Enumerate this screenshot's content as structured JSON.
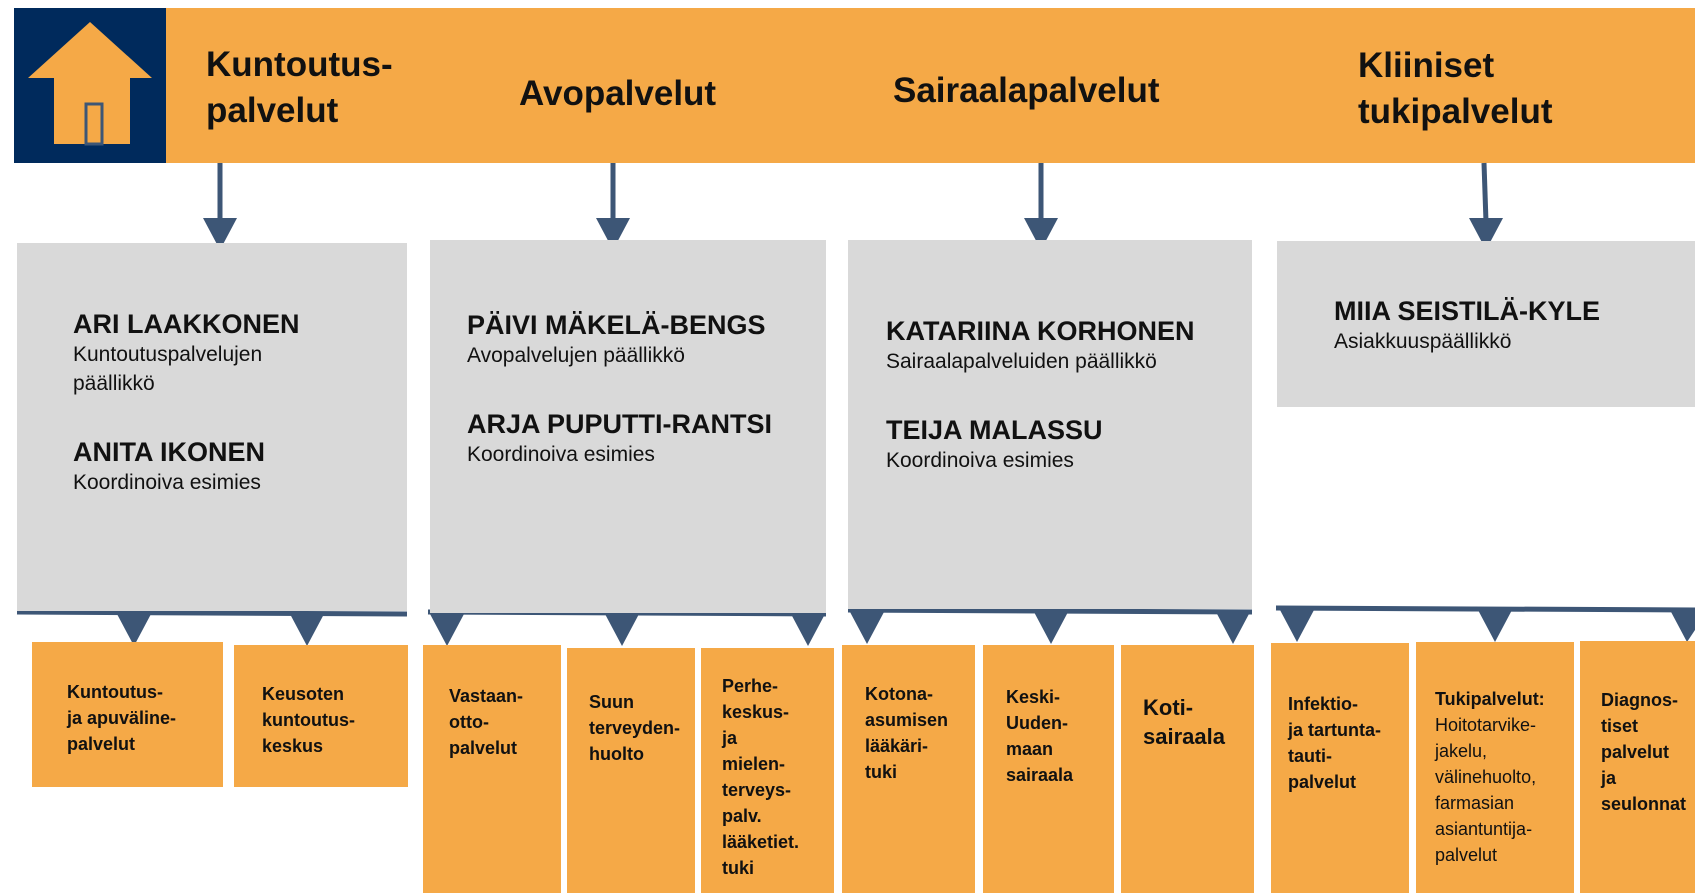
{
  "colors": {
    "accent": "#F5A947",
    "navy": "#002A5C",
    "panel": "#D9D9D9",
    "connector": "#3D5676"
  },
  "home": {
    "icon": "home-icon"
  },
  "categories": [
    {
      "label": "Kuntoutus-\npalvelut"
    },
    {
      "label": "Avopalvelut"
    },
    {
      "label": "Sairaalapalvelut"
    },
    {
      "label": "Kliiniset\ntukipalvelut"
    }
  ],
  "columns": [
    {
      "people": [
        {
          "name": "ARI LAAKKONEN",
          "role": "Kuntoutuspalvelujen\npäällikkö"
        },
        {
          "name": "ANITA IKONEN",
          "role": "Koordinoiva esimies"
        }
      ],
      "units": [
        {
          "label": "Kuntoutus-\nja apuväline-\npalvelut"
        },
        {
          "label": "Keusoten\nkuntoutus-\nkeskus"
        }
      ]
    },
    {
      "people": [
        {
          "name": "PÄIVI MÄKELÄ-BENGS",
          "role": "Avopalvelujen päällikkö"
        },
        {
          "name": "ARJA PUPUTTI-RANTSI",
          "role": "Koordinoiva esimies"
        }
      ],
      "units": [
        {
          "label": "Vastaan-\notto-\npalvelut"
        },
        {
          "label": "Suun\nterveyden-\nhuolto"
        },
        {
          "label": "Perhe-\nkeskus-\nja\nmielen-\nterveys-\npalv.\nlääketiet.\ntuki"
        }
      ]
    },
    {
      "people": [
        {
          "name": "KATARIINA KORHONEN",
          "role": "Sairaalapalveluiden päällikkö"
        },
        {
          "name": "TEIJA MALASSU",
          "role": "Koordinoiva esimies"
        }
      ],
      "units": [
        {
          "label": "Kotona-\nasumisen\nlääkäri-\ntuki"
        },
        {
          "label": "Keski-\nUuden-\nmaan\nsairaala"
        },
        {
          "label": "Koti-\nsairaala"
        }
      ]
    },
    {
      "people": [
        {
          "name": "MIIA SEISTILÄ-KYLE",
          "role": "Asiakkuuspäällikkö"
        }
      ],
      "units": [
        {
          "label": "Infektio-\nja tartunta-\ntauti-\npalvelut"
        },
        {
          "label": "Tukipalvelut:",
          "detail": "Hoitotarvike-\njakelu,\nvälinehuolto,\nfarmasian\nasiantuntija-\npalvelut"
        },
        {
          "label": "Diagnos-\ntiset\npalvelut\nja\nseulonnat"
        }
      ]
    }
  ]
}
